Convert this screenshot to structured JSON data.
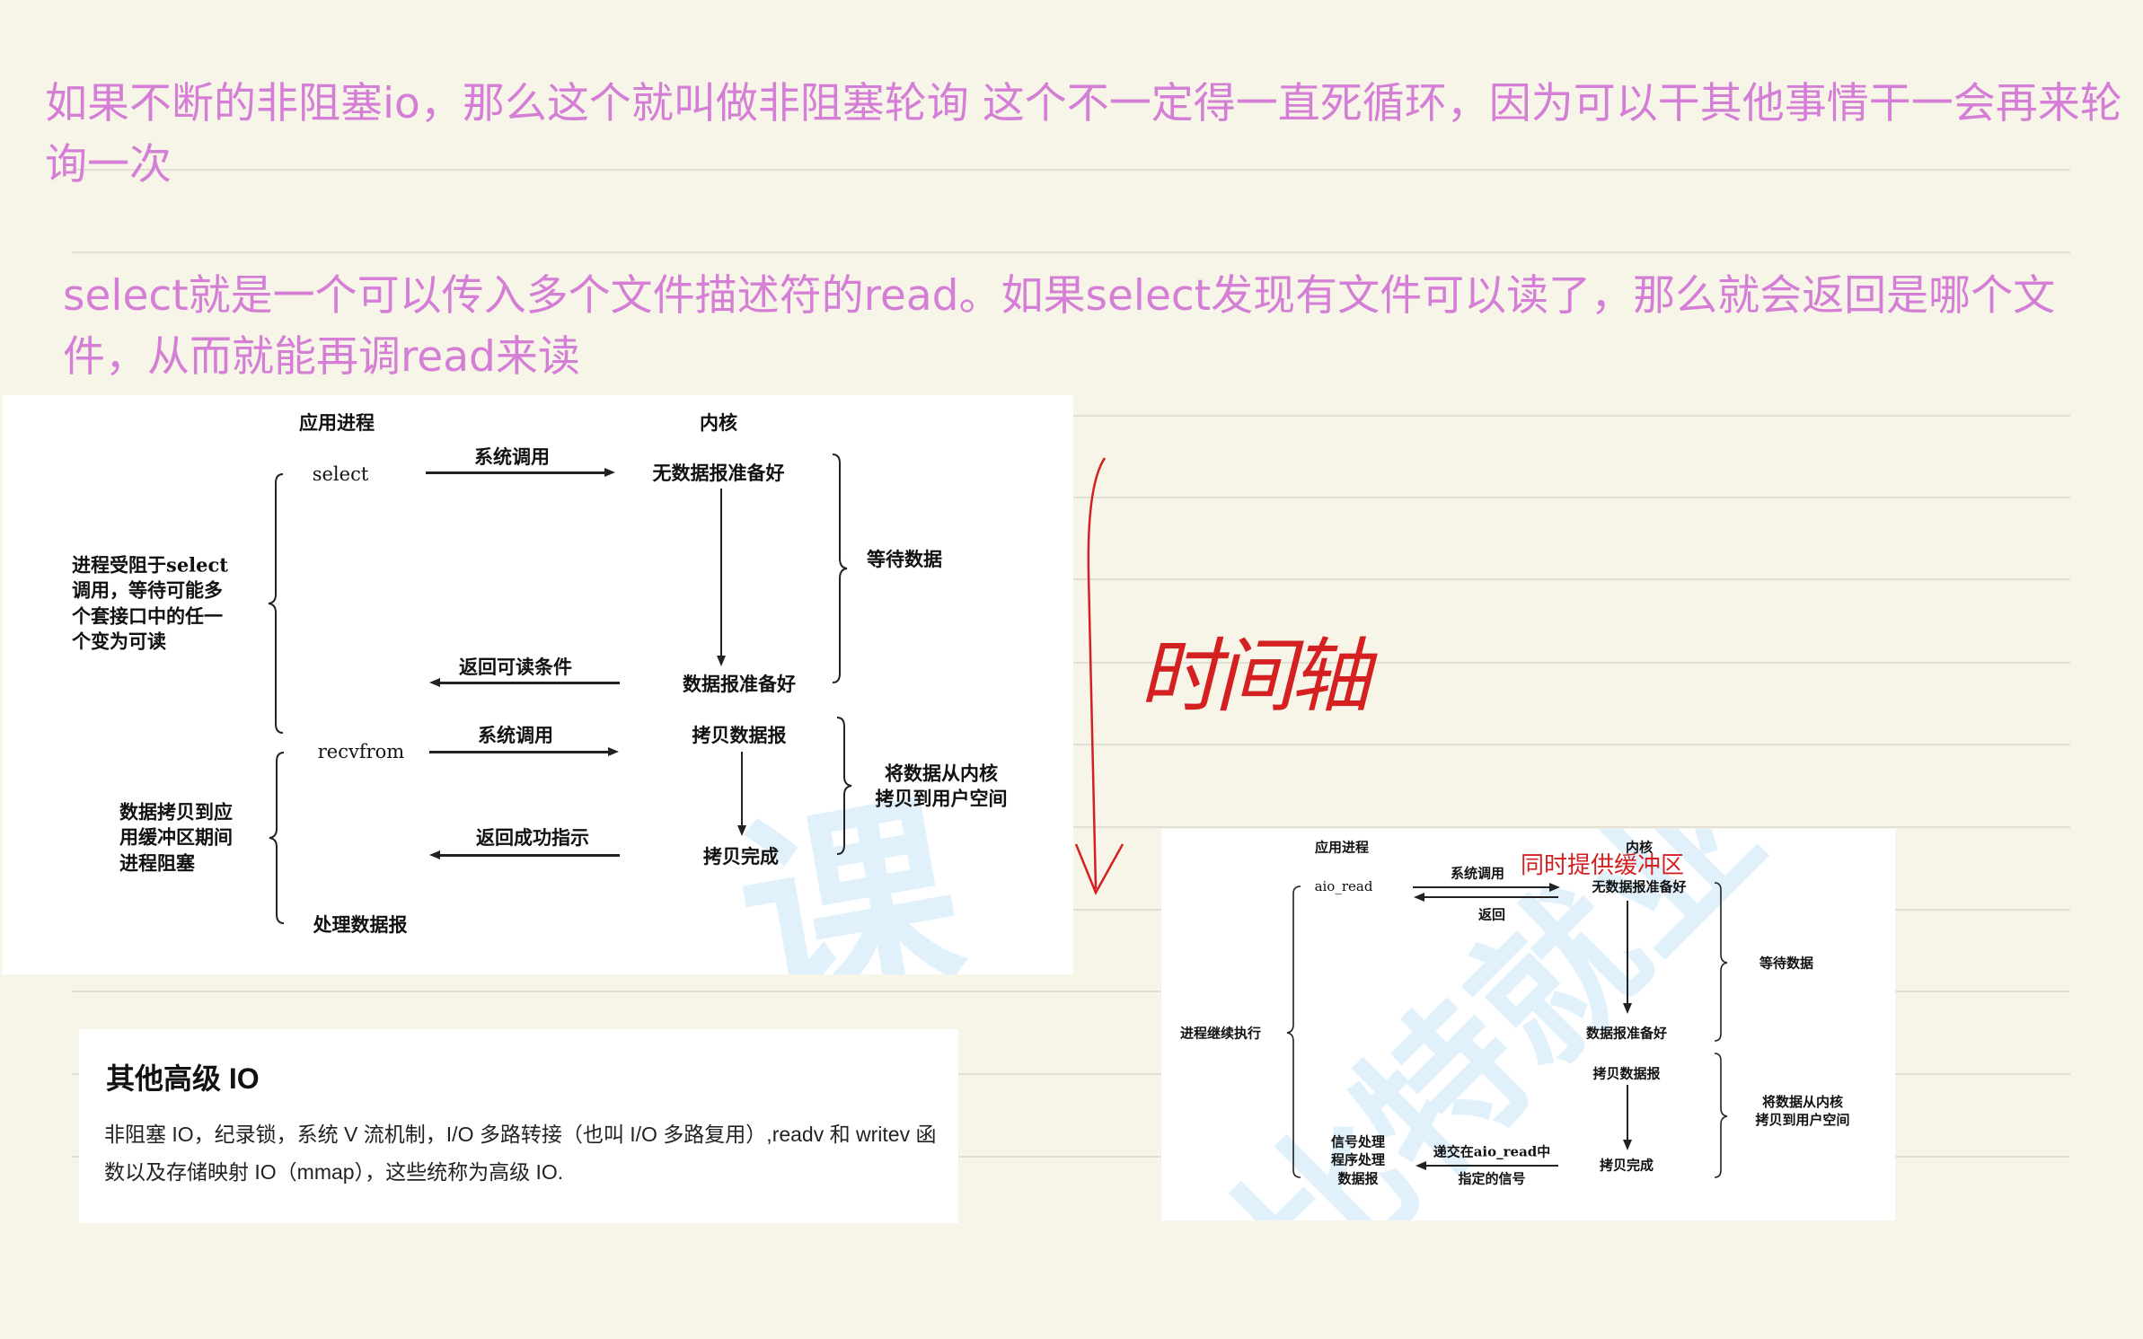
{
  "notes": {
    "line1": "如果不断的非阻塞io，那么这个就叫做非阻塞轮询     这个不一定得一直死循环，因为可以干其他事情干一会再来轮询一次",
    "line2": "select就是一个可以传入多个文件描述符的read。如果select发现有文件可以读了，那么就会返回是哪个文件，从而就能再调read来读"
  },
  "diagram_select": {
    "col_app": "应用进程",
    "col_kernel": "内核",
    "syscall1": "系统调用",
    "select": "select",
    "no_data": "无数据报准备好",
    "wait_data": "等待数据",
    "blocked_note": "进程受阻于select\n调用，等待可能多\n个套接口中的任一\n个变为可读",
    "return_readable": "返回可读条件",
    "data_ready": "数据报准备好",
    "syscall2": "系统调用",
    "recvfrom": "recvfrom",
    "copy_data": "拷贝数据报",
    "copy_to_user": "将数据从内核\n拷贝到用户空间",
    "copy_blocked_note": "数据拷贝到应\n用缓冲区期间\n进程阻塞",
    "return_success": "返回成功指示",
    "copy_done": "拷贝完成",
    "process_data": "处理数据报",
    "watermark": "课"
  },
  "timeline_annotation": "时间轴",
  "diagram_aio": {
    "col_app": "应用进程",
    "col_kernel": "内核",
    "syscall": "系统调用",
    "handwritten_note": "同时提供缓冲区",
    "aio_read": "aio_read",
    "no_data": "无数据报准备好",
    "return": "返回",
    "wait_data": "等待数据",
    "continue": "进程继续执行",
    "data_ready": "数据报准备好",
    "copy_data": "拷贝数据报",
    "copy_to_user": "将数据从内核\n拷贝到用户空间",
    "signal_handler": "信号处理\n程序处理\n数据报",
    "deliver_signal_1": "递交在aio_read中",
    "deliver_signal_2": "指定的信号",
    "copy_done": "拷贝完成",
    "watermark": "比特就业"
  },
  "advanced_io": {
    "title": "其他高级 IO",
    "body": "非阻塞 IO，纪录锁，系统 V 流机制，I/O 多路转接（也叫 I/O 多路复用）,readv 和 writev 函数以及存储映射 IO（mmap），这些统称为高级 IO."
  },
  "colors": {
    "note_text": "#d47ed6",
    "annotation_red": "#d42020",
    "background": "#f7f4e8"
  }
}
